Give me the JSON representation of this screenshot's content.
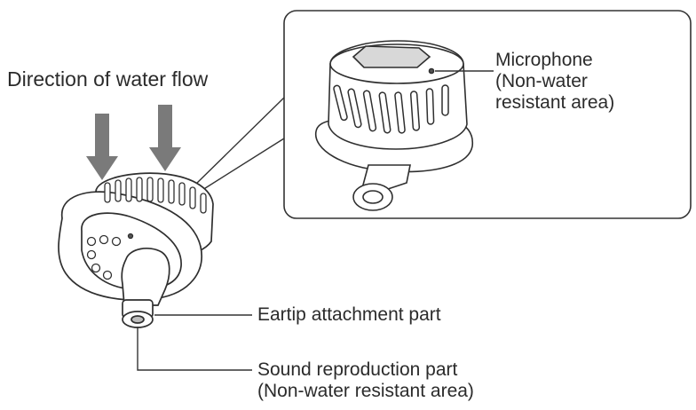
{
  "diagram": {
    "direction_label": "Direction of water flow",
    "microphone": {
      "line1": "Microphone",
      "line2": "(Non-water",
      "line3": "resistant area)"
    },
    "eartip_label": "Eartip attachment part",
    "sound_reproduction": {
      "line1": "Sound reproduction part",
      "line2": "(Non-water resistant area)"
    }
  },
  "colors": {
    "line": "#333333",
    "arrow": "#7a7a7a",
    "outline": "#2f2f2f",
    "fill": "#ffffff",
    "text": "#2b2b2b"
  }
}
